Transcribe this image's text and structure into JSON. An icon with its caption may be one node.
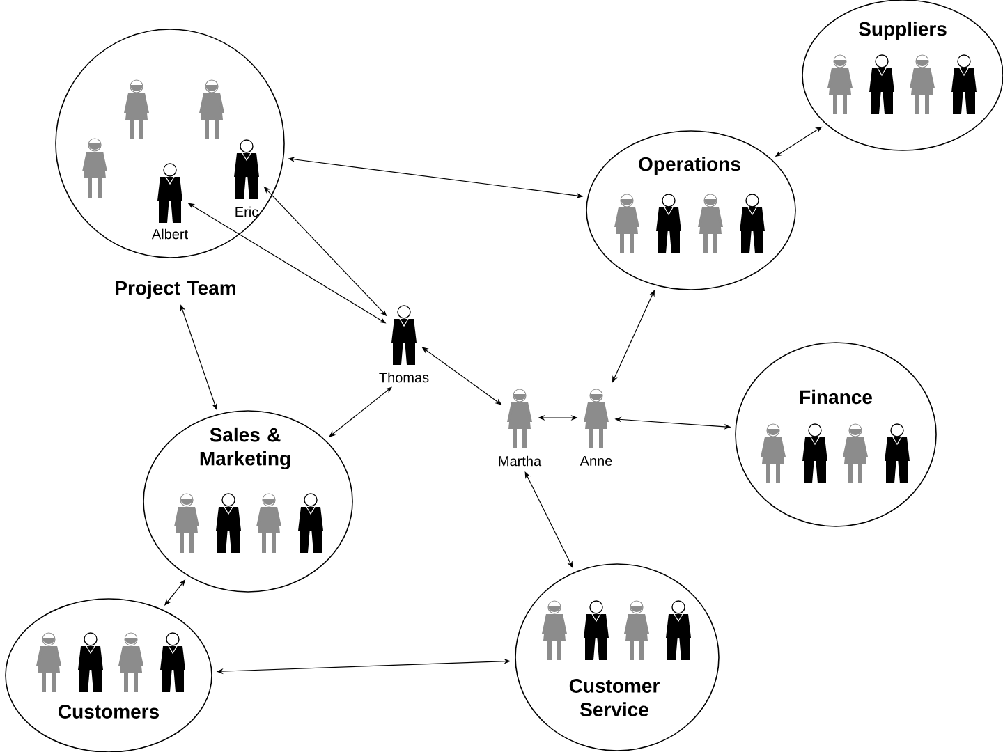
{
  "diagram": {
    "nodes": [
      {
        "text": [
          "Project Team"
        ]
      },
      {
        "text": [
          "Albert"
        ],
        "in": 0
      },
      {
        "text": [
          "Eric"
        ],
        "in": 0
      },
      {
        "text": [
          "Operations"
        ]
      },
      {
        "text": [
          "Suppliers"
        ]
      },
      {
        "text": [
          "Thomas"
        ]
      },
      {
        "text": [
          "Sales & Marketing"
        ]
      },
      {
        "text": [
          "Martha"
        ]
      },
      {
        "text": [
          "Anne"
        ]
      },
      {
        "text": [
          "Finance"
        ]
      },
      {
        "text": [
          "Customers"
        ]
      },
      {
        "text": [
          "Customer Service"
        ]
      }
    ],
    "edges": [
      {
        "from": 0,
        "to": 3,
        "arrow": "both"
      },
      {
        "from": 2,
        "to": 5,
        "arrow": "both"
      },
      {
        "from": 1,
        "to": 5,
        "arrow": "both"
      },
      {
        "from": 0,
        "to": 6,
        "arrow": "both"
      },
      {
        "from": 5,
        "to": 6,
        "arrow": "both"
      },
      {
        "from": 5,
        "to": 7,
        "arrow": "both"
      },
      {
        "from": 7,
        "to": 8,
        "arrow": "both"
      },
      {
        "from": 8,
        "to": 3,
        "arrow": "both"
      },
      {
        "from": 3,
        "to": 4,
        "arrow": "both"
      },
      {
        "from": 8,
        "to": 9,
        "arrow": "both"
      },
      {
        "from": 7,
        "to": 11,
        "arrow": "both"
      },
      {
        "from": 6,
        "to": 10,
        "arrow": "both"
      },
      {
        "from": 10,
        "to": 11,
        "arrow": "both"
      }
    ]
  }
}
